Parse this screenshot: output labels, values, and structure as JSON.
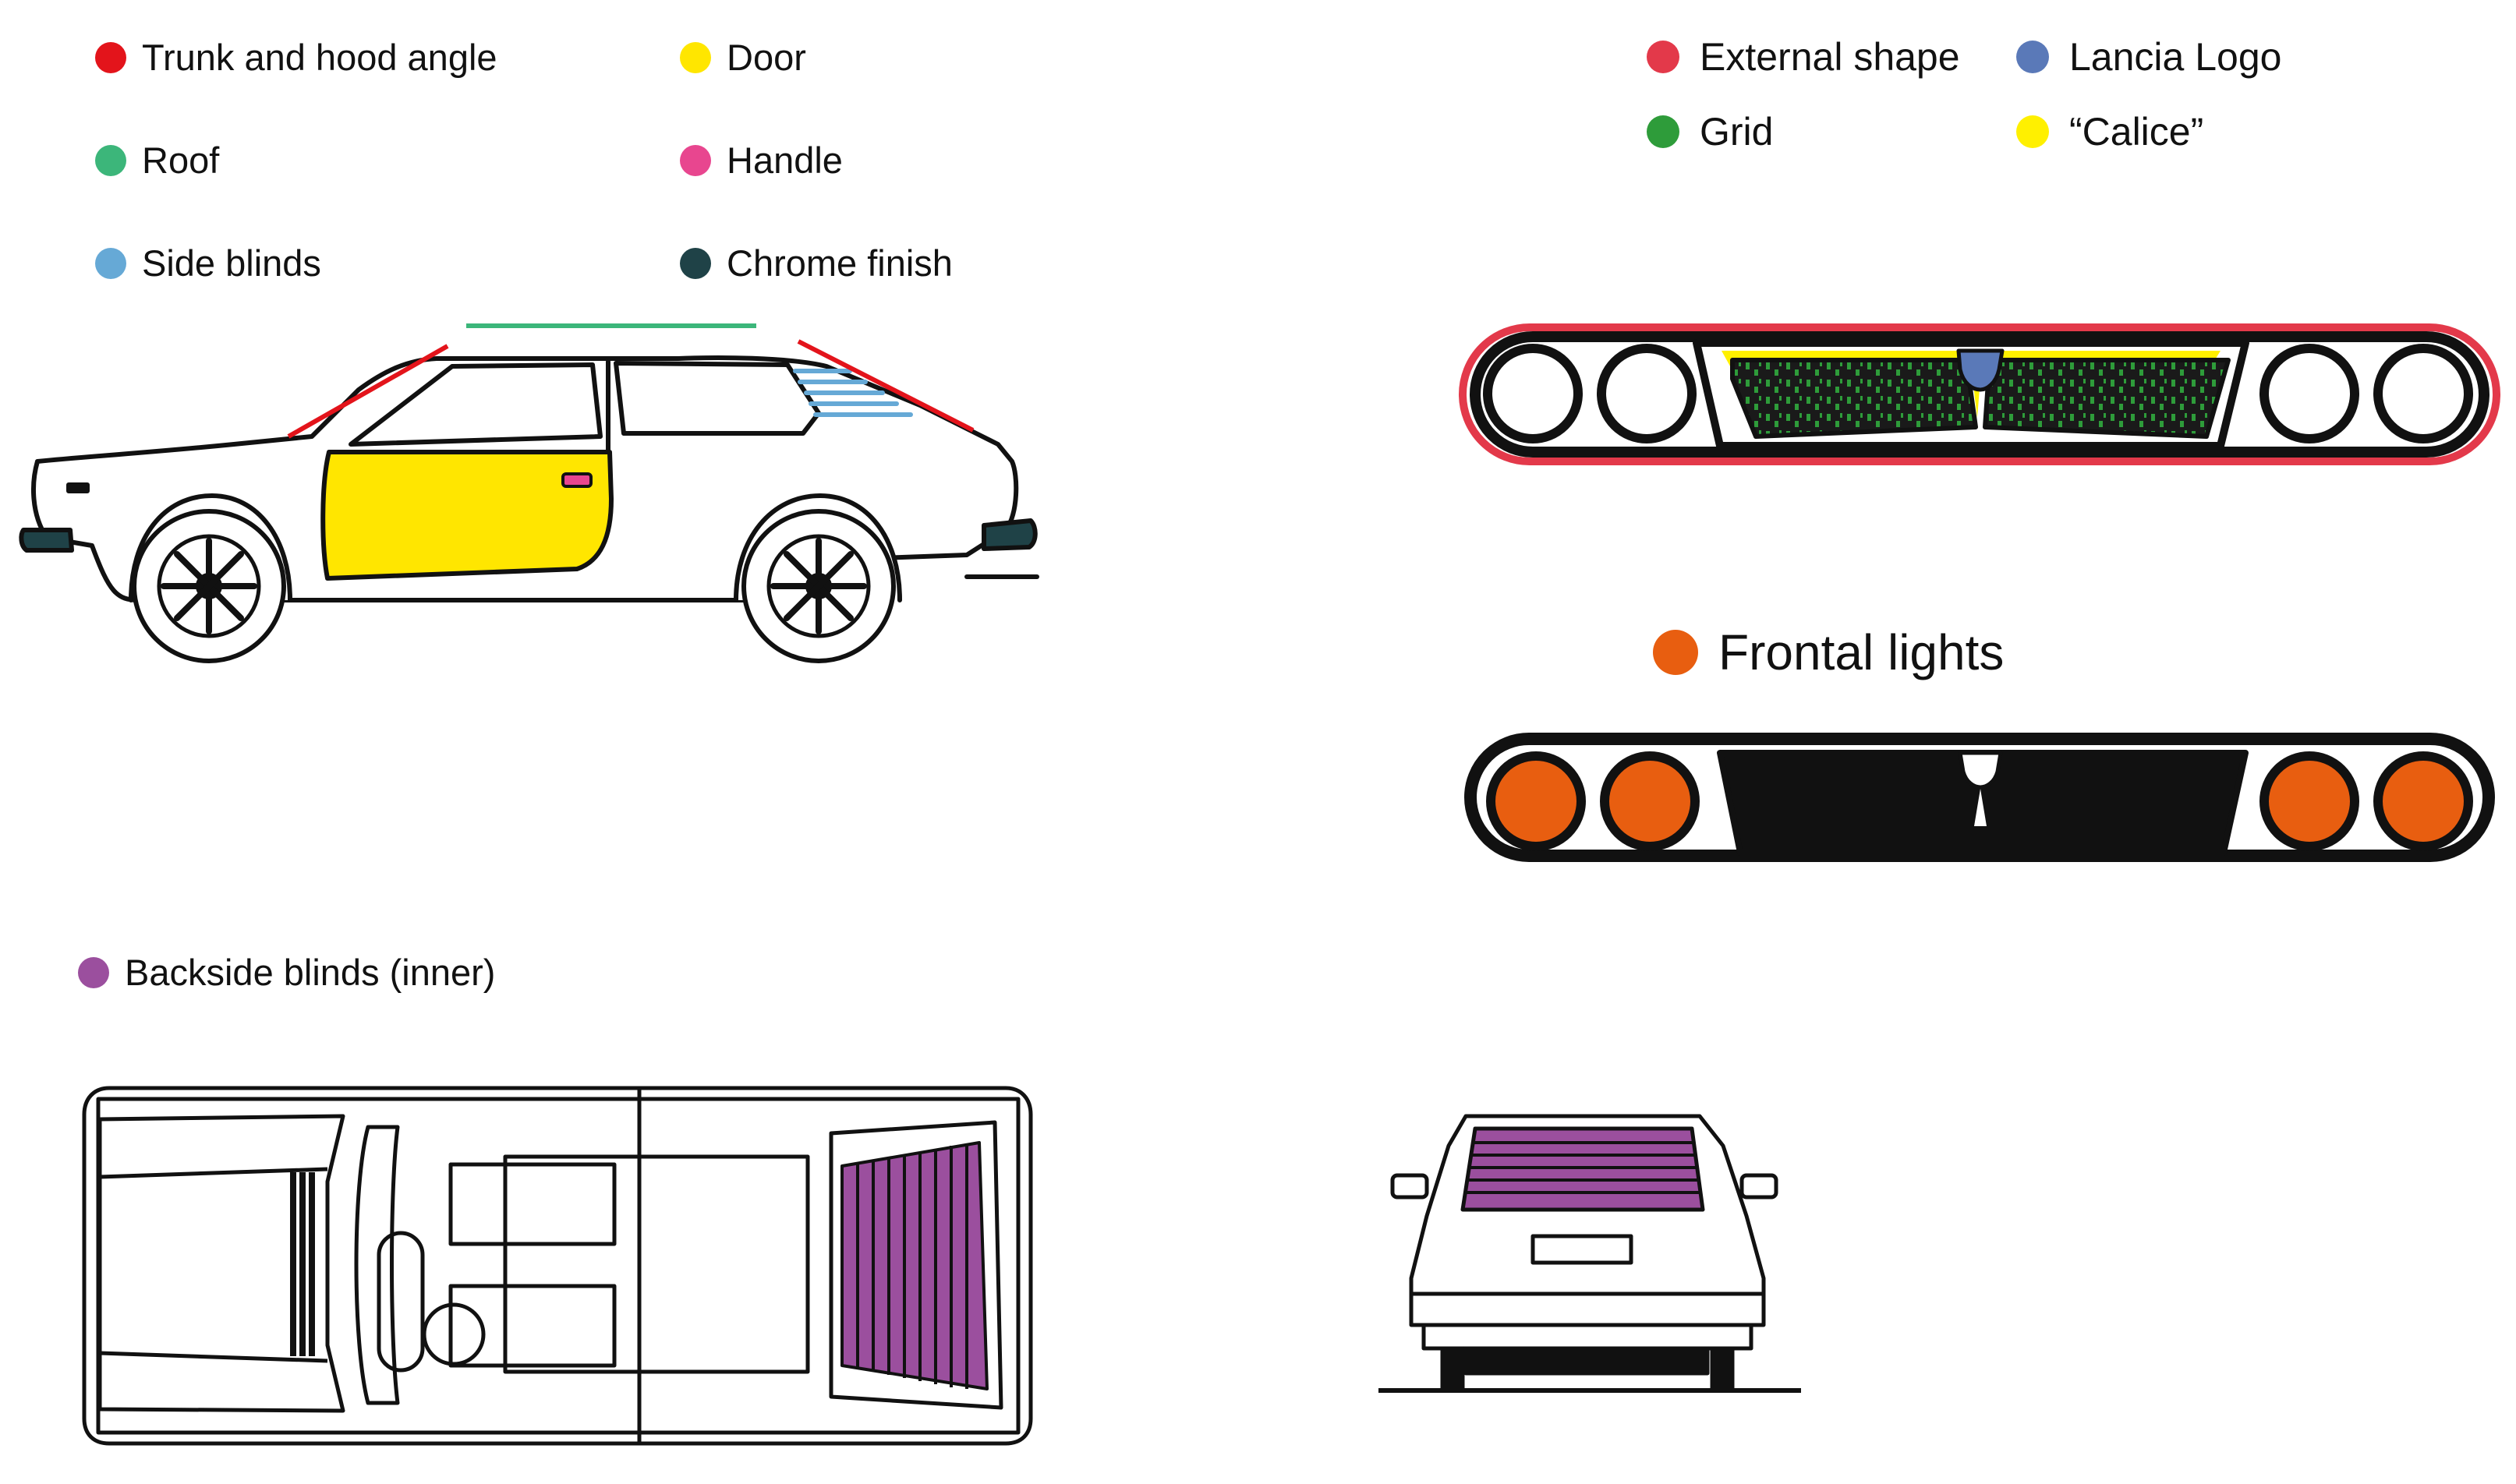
{
  "side_legend": {
    "trunk_hood": {
      "label": "Trunk and hood angle",
      "color": "#e3141b"
    },
    "door": {
      "label": "Door",
      "color": "#ffe600"
    },
    "roof": {
      "label": "Roof",
      "color": "#3cb67a"
    },
    "handle": {
      "label": "Handle",
      "color": "#e8468f"
    },
    "side_blinds": {
      "label": "Side blinds",
      "color": "#66a9d6"
    },
    "chrome": {
      "label": "Chrome finish",
      "color": "#1f4247"
    }
  },
  "front_legend": {
    "external_shape": {
      "label": "External shape",
      "color": "#e3394a"
    },
    "lancia_logo": {
      "label": "Lancia Logo",
      "color": "#5a79b8"
    },
    "grid": {
      "label": "Grid",
      "color": "#2e9c3a"
    },
    "calice": {
      "label": "“Calice”",
      "color": "#fff000"
    }
  },
  "lights_legend": {
    "frontal_lights": {
      "label": "Frontal lights",
      "color": "#e85e10"
    }
  },
  "rear_legend": {
    "backside_blinds": {
      "label": "Backside blinds (inner)",
      "color": "#9b4f9e"
    }
  }
}
